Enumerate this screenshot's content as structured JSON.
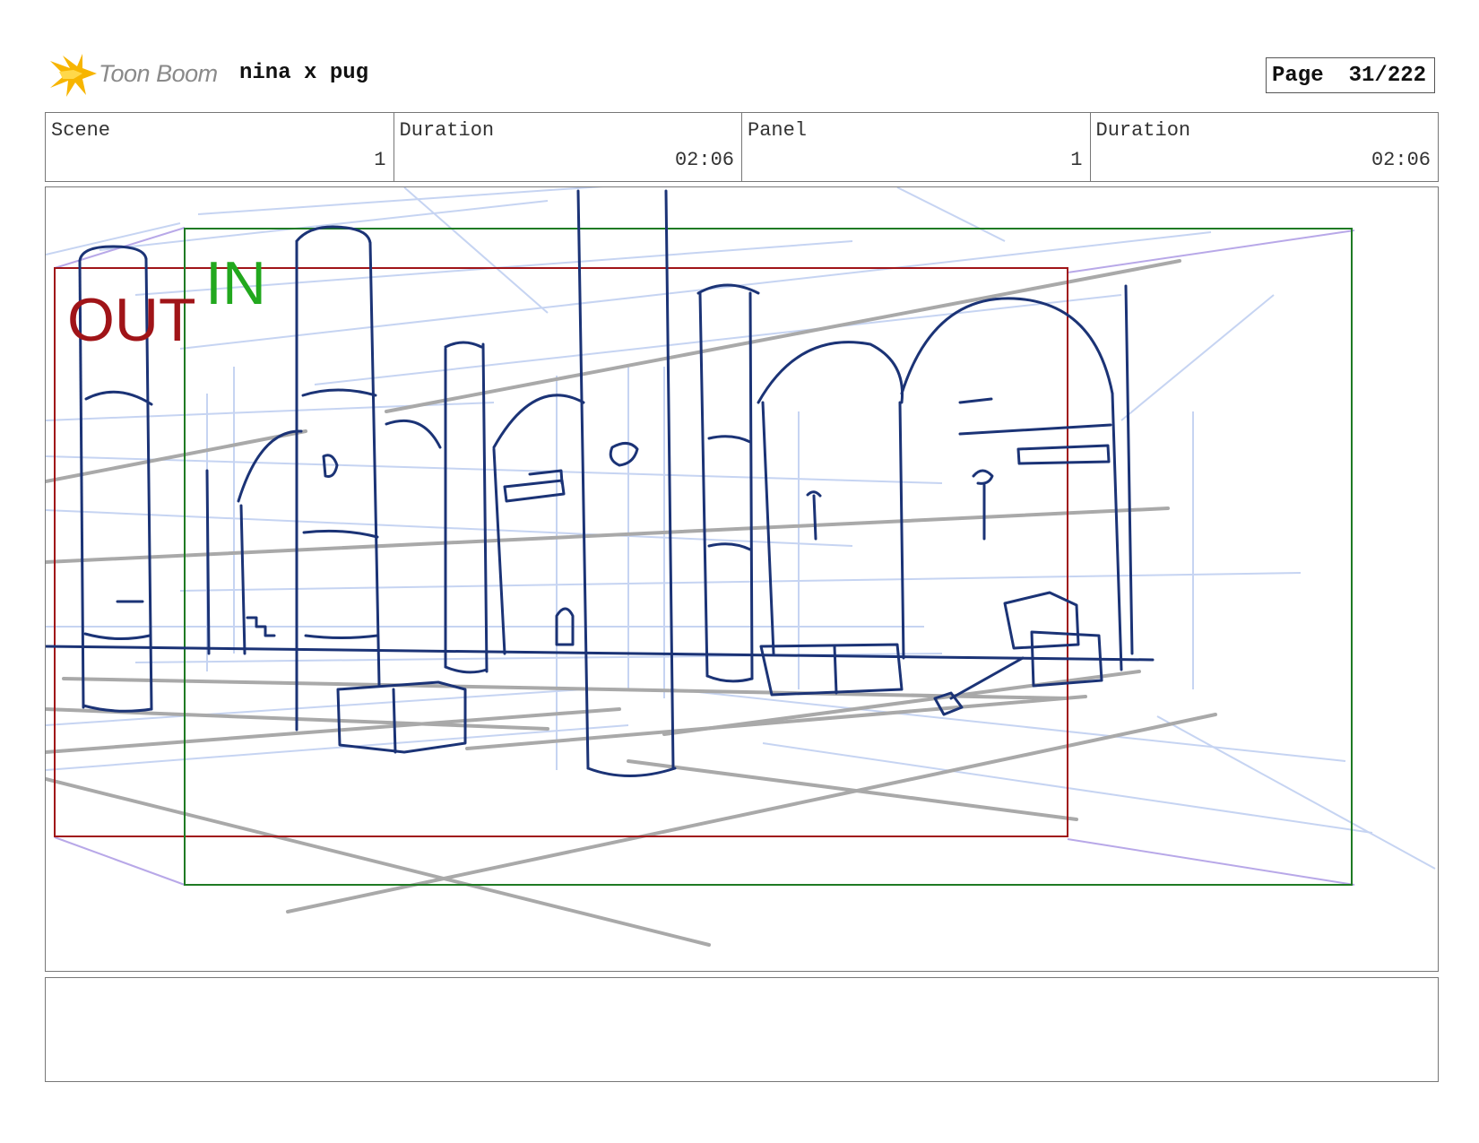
{
  "header": {
    "brand": "Toon Boom",
    "project": "nina x pug",
    "page_label": "Page",
    "page_value": "31/222"
  },
  "info": {
    "scene_label": "Scene",
    "scene_value": "1",
    "scene_duration_label": "Duration",
    "scene_duration_value": "02:06",
    "panel_label": "Panel",
    "panel_value": "1",
    "panel_duration_label": "Duration",
    "panel_duration_value": "02:06"
  },
  "panel": {
    "out_label": "OUT",
    "in_label": "IN",
    "colors": {
      "out_frame": "#a01418",
      "in_frame": "#22a81e",
      "ink": "#1b3376",
      "construction": "#c6d4f2",
      "horizon": "#a9a9a9"
    }
  },
  "notes": {
    "text": ""
  },
  "icons": {
    "logo": "toon-boom-star-icon"
  }
}
